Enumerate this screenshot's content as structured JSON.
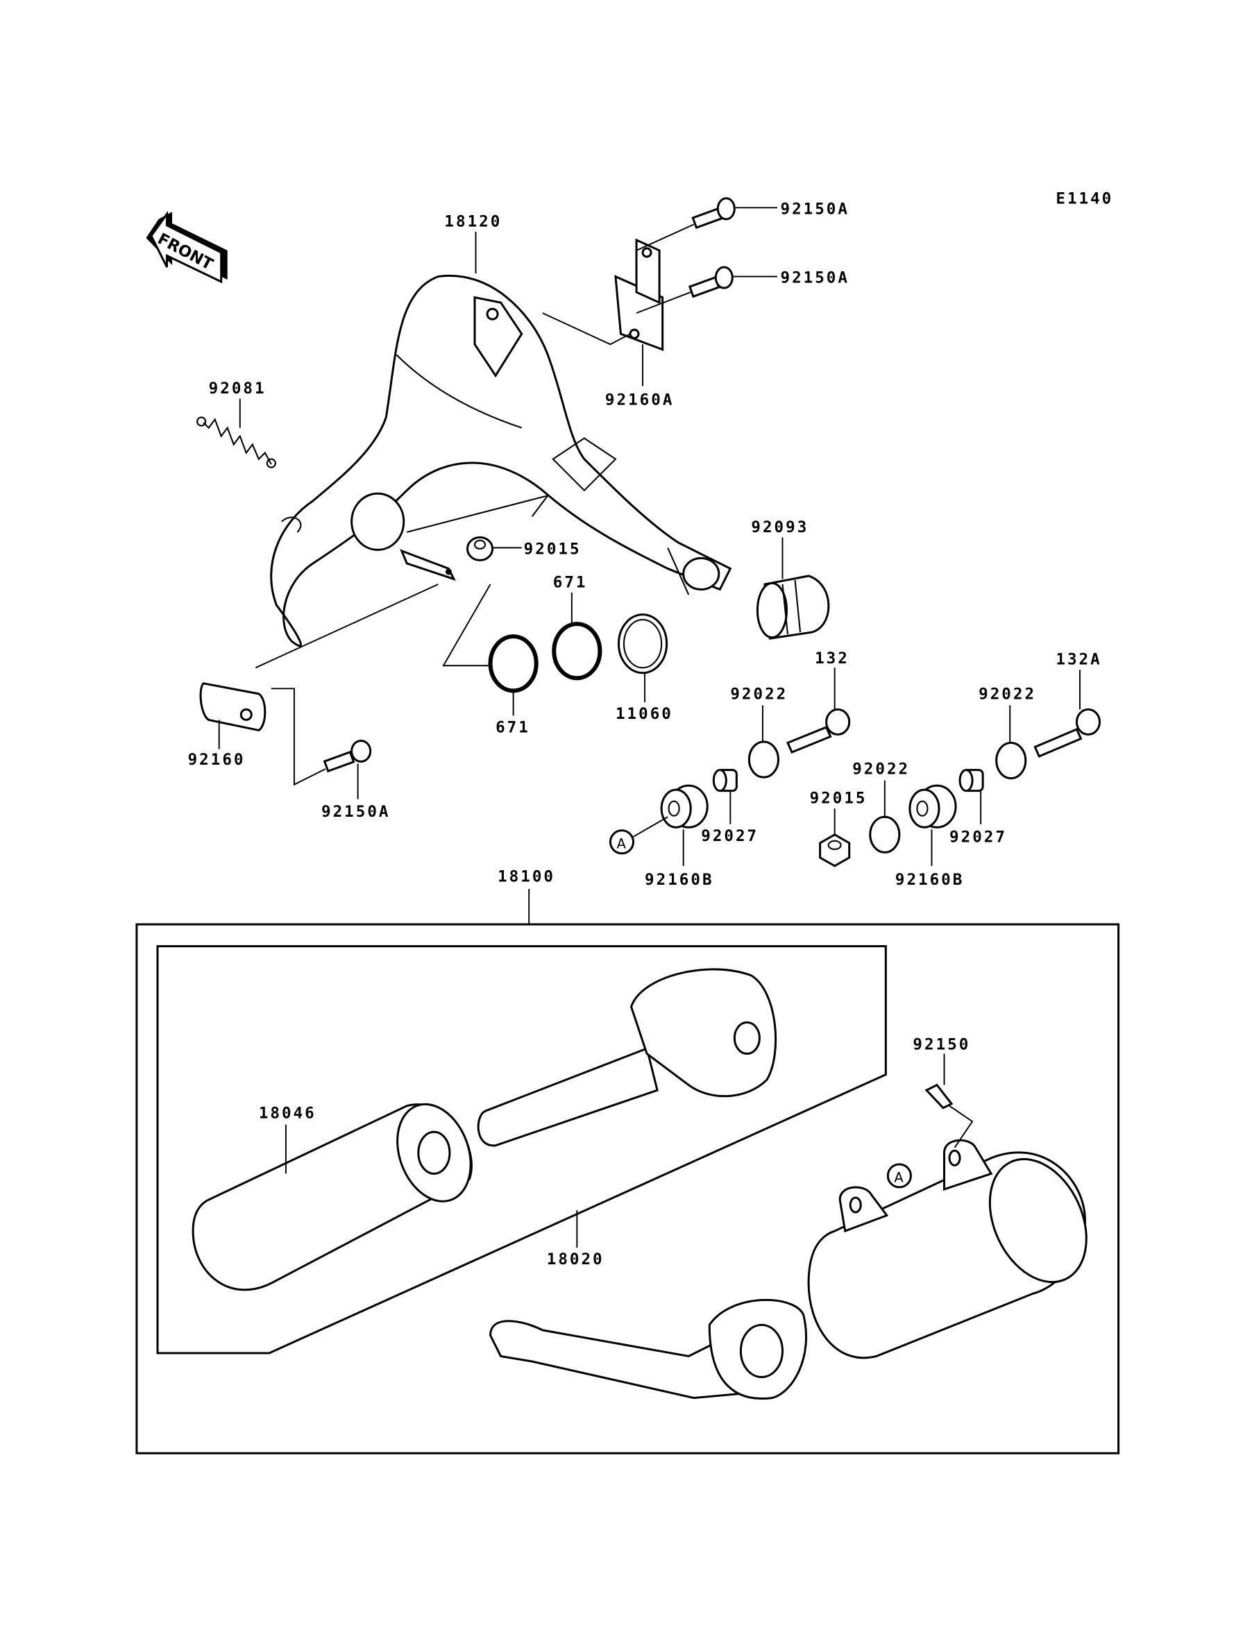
{
  "diagram_code": "E1140",
  "front_arrow": {
    "label": "FRONT"
  },
  "callouts": {
    "chamber": "18120",
    "bolt_top_1": "92150A",
    "bolt_top_2": "92150A",
    "bracket_top": "92160A",
    "spring": "92081",
    "nut_chamber": "92015",
    "grommet_pipe": "92093",
    "oring_upper": "671",
    "oring_lower": "671",
    "gasket": "11060",
    "bracket_lower": "92160",
    "bolt_lower": "92150A",
    "bolt_132": "132",
    "bolt_132a": "132A",
    "washer_left": "92022",
    "washer_mid": "92022",
    "washer_right": "92022",
    "nut_mid": "92015",
    "collar_left": "92027",
    "collar_right": "92027",
    "damper_left": "92160B",
    "damper_right": "92160B",
    "ref_a_1": "A",
    "ref_a_2": "A",
    "muffler_assy": "18100",
    "bolt_muffler": "92150",
    "packing": "18046",
    "inner_pipe": "18020"
  },
  "colors": {
    "line": "#000000",
    "background": "#ffffff"
  }
}
